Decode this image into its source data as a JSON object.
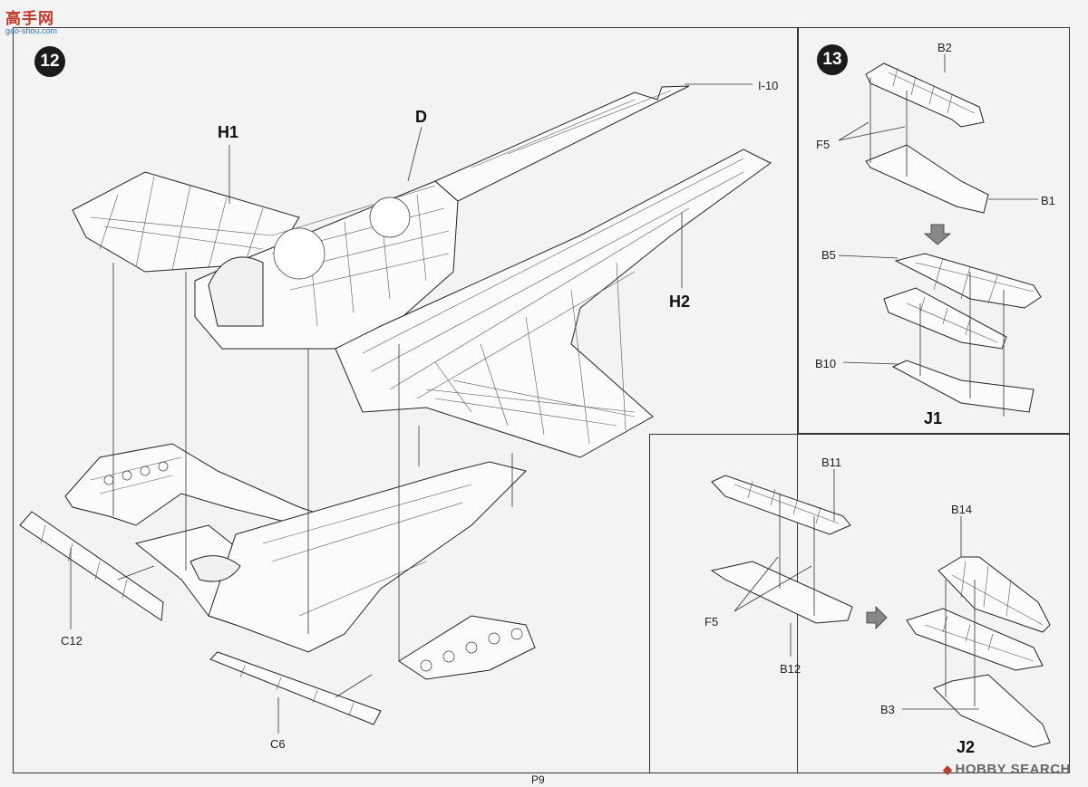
{
  "watermark_top": {
    "logo": "高手网",
    "url": "gao-shou.com"
  },
  "watermark_bottom": {
    "text": "HOBBY SEARCH"
  },
  "page_number": "P9",
  "steps": {
    "step12": {
      "number": "12",
      "labels": {
        "h1": "H1",
        "d": "D",
        "h2": "H2",
        "i10": "I-10",
        "c12": "C12",
        "c6": "C6"
      }
    },
    "step13": {
      "number": "13",
      "labels": {
        "b2": "B2",
        "f5": "F5",
        "b1": "B1",
        "b5": "B5",
        "b10": "B10",
        "j1": "J1"
      }
    },
    "step_j2": {
      "labels": {
        "b11": "B11",
        "b14": "B14",
        "f5": "F5",
        "b12": "B12",
        "b3": "B3",
        "j2": "J2"
      }
    }
  }
}
